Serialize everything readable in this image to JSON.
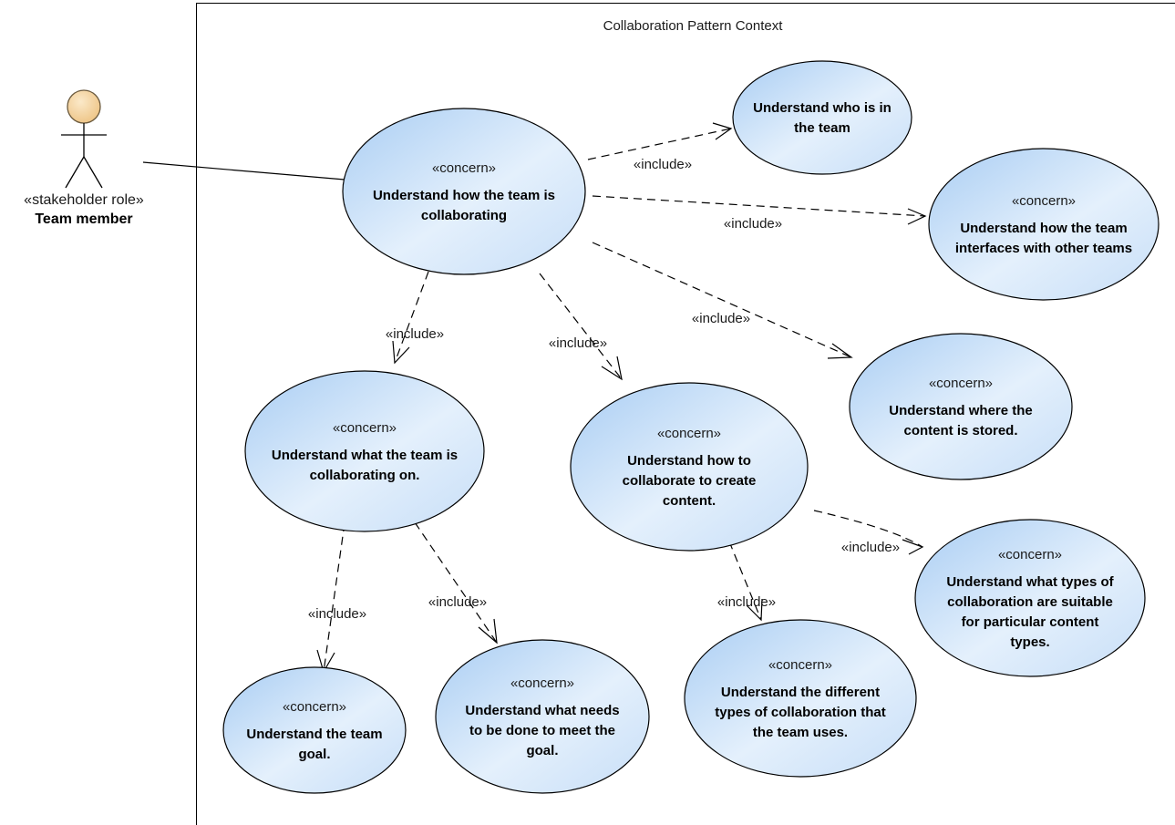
{
  "diagram": {
    "boundary_title": "Collaboration Pattern Context",
    "actor": {
      "stereotype": "«stakeholder role»",
      "name": "Team member"
    },
    "use_cases": [
      {
        "id": "uc-who",
        "stereotype": "",
        "lines": [
          "Understand who is in",
          "the team"
        ]
      },
      {
        "id": "uc-how-collab",
        "stereotype": "«concern»",
        "lines": [
          "Understand how the team is",
          "collaborating"
        ]
      },
      {
        "id": "uc-interfaces",
        "stereotype": "«concern»",
        "lines": [
          "Understand how the team",
          "interfaces with other teams"
        ]
      },
      {
        "id": "uc-where",
        "stereotype": "«concern»",
        "lines": [
          "Understand where the",
          "content is stored."
        ]
      },
      {
        "id": "uc-what-on",
        "stereotype": "«concern»",
        "lines": [
          "Understand what the team is",
          "collaborating on."
        ]
      },
      {
        "id": "uc-create",
        "stereotype": "«concern»",
        "lines": [
          "Understand how to",
          "collaborate to create",
          "content."
        ]
      },
      {
        "id": "uc-types",
        "stereotype": "«concern»",
        "lines": [
          "Understand what types of",
          "collaboration are suitable",
          "for particular content",
          "types."
        ]
      },
      {
        "id": "uc-different",
        "stereotype": "«concern»",
        "lines": [
          "Understand the different",
          "types of collaboration that",
          "the team uses."
        ]
      },
      {
        "id": "uc-goal",
        "stereotype": "«concern»",
        "lines": [
          "Understand the team",
          "goal."
        ]
      },
      {
        "id": "uc-needs",
        "stereotype": "«concern»",
        "lines": [
          "Understand what needs",
          "to be done to meet the",
          "goal."
        ]
      }
    ],
    "include_label": "«include»",
    "colors": {
      "ellipse_fill_light": "#e9f3fd",
      "ellipse_fill_dark": "#a9cdf3",
      "ellipse_stroke": "#000000",
      "actor_head_fill": "#f7d9a8",
      "actor_head_stroke": "#7a6a50"
    }
  }
}
